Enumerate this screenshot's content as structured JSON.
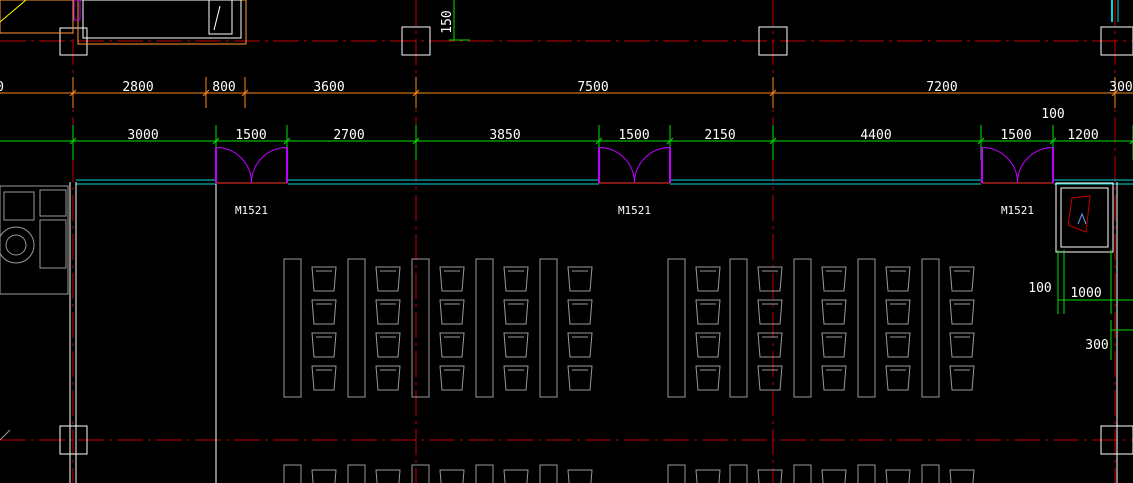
{
  "drawing": {
    "colors": {
      "background": "#000000",
      "axis_line": "#c00000",
      "dimension_outer": "#ff8a1c",
      "dimension_inner": "#00e000",
      "wall": "#00d8d8",
      "door_swing": "#c000ff",
      "furniture": "#b0b0b0",
      "outline": "#ffffff",
      "room_box": "#ff9a30",
      "label": "#ffffff"
    },
    "top_dimension": {
      "labels": [
        "0",
        "2800",
        "800",
        "3600",
        "7500",
        "7200",
        "300"
      ]
    },
    "door_dimension": {
      "labels": [
        "3000",
        "1500",
        "2700",
        "3850",
        "1500",
        "2150",
        "4400",
        "1500",
        "1200"
      ],
      "extra_label": "100"
    },
    "top_vertical_label": "150",
    "doors": [
      {
        "tag": "M1521"
      },
      {
        "tag": "M1521"
      },
      {
        "tag": "M1521"
      }
    ],
    "side_dimension": {
      "left_label": "100",
      "width_label": "1000",
      "offset_label": "300"
    }
  }
}
